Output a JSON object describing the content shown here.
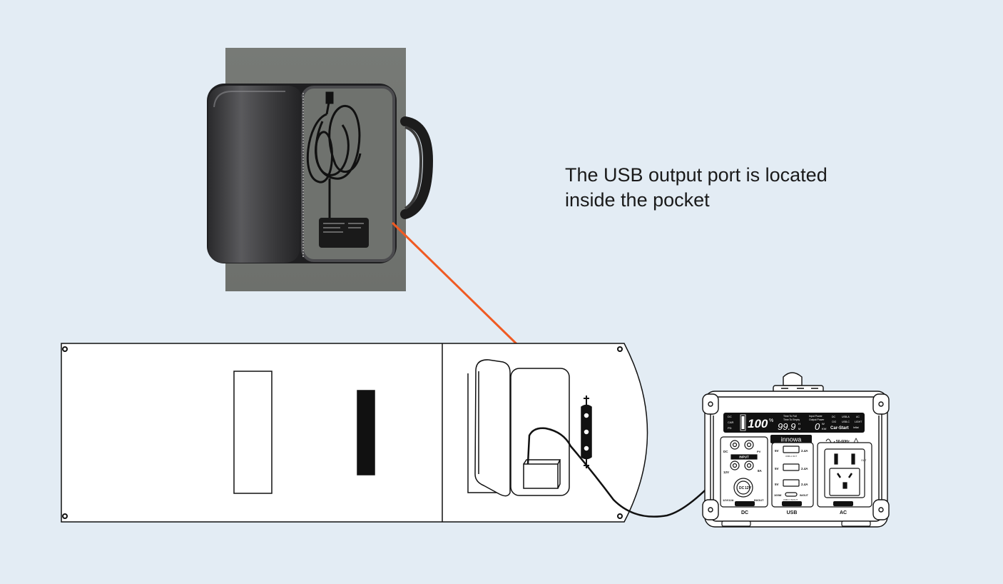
{
  "caption": {
    "line1": "The USB output port is located",
    "line2": "inside the pocket"
  },
  "station": {
    "brand": "innowa",
    "lcd": {
      "battery_percent": "100",
      "percent_sign": "%",
      "time_value": "99.9",
      "time_unit_h": "H",
      "time_unit_m": "M",
      "time_label_full": "Time To Full",
      "time_label_empty": "Time To Empty",
      "input_power_label": "Input Power",
      "output_power_label": "Output Power",
      "power_value": "0",
      "power_unit_w": "W",
      "power_unit_kw": "KW",
      "mode_car_start": "Car-Start",
      "indicators_left": [
        "DC",
        "CAR",
        "PD"
      ],
      "indicators_right": [
        "DC",
        "USB-A",
        "AC",
        "CIG",
        "USB-C",
        "LIGHT"
      ],
      "flag_label": "Inflat"
    },
    "labels": {
      "dc_input": "DC",
      "input": "INPUT",
      "pv": "PV",
      "v12": "12V",
      "a8": "8A",
      "dc_big": "DC",
      "dc_12v": "12V",
      "v12_12a": "12V/12A",
      "in_out": "IN/OUT",
      "usb_5v_1": "5V",
      "usb_5v_2": "5V",
      "usb_5v_3": "5V",
      "usb_amp_1": "2.4A",
      "usb_amp_2": "2.4A",
      "usb_amp_3": "2.4A",
      "usb_a_out": "USB-A OUT",
      "usb_c_100w": "100W",
      "usb_c_label": "USB-C IN/OUT",
      "usb_c_inout": "IN/OUT",
      "freq": "50-60Hz",
      "ac_out": "OUT",
      "dc_section": "DC",
      "usb_section": "USB",
      "ac_section": "AC"
    }
  },
  "colors": {
    "background": "#e3ecf4",
    "arrow": "#f05a22",
    "line": "#111111",
    "bag_fabric": "#7a7d79",
    "pouch": "#3a3a3c"
  }
}
